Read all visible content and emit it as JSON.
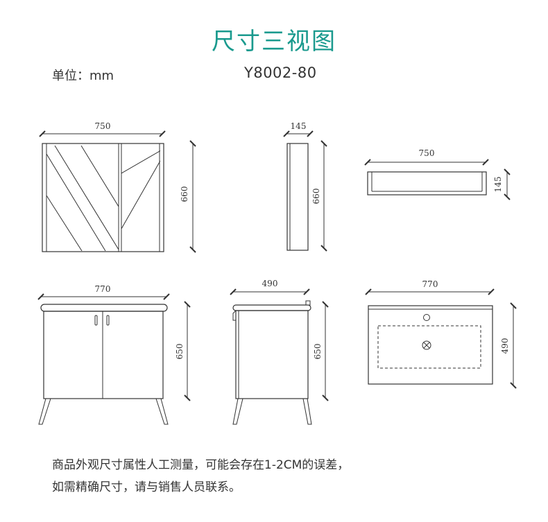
{
  "title": "尺寸三视图",
  "unit_label": "单位：mm",
  "model": "Y8002-80",
  "note_line1": "商品外观尺寸属性人工测量，可能会存在1-2CM的误差，",
  "note_line2": "如需精确尺寸，请与销售人员联系。",
  "mirror_front": {
    "width": "750",
    "height": "660"
  },
  "mirror_side": {
    "depth": "145",
    "height": "660"
  },
  "mirror_top": {
    "width": "750",
    "depth": "145"
  },
  "vanity_front": {
    "width": "770",
    "height": "650"
  },
  "vanity_side": {
    "depth": "490",
    "height": "650"
  },
  "vanity_top": {
    "width": "770",
    "depth": "490"
  }
}
